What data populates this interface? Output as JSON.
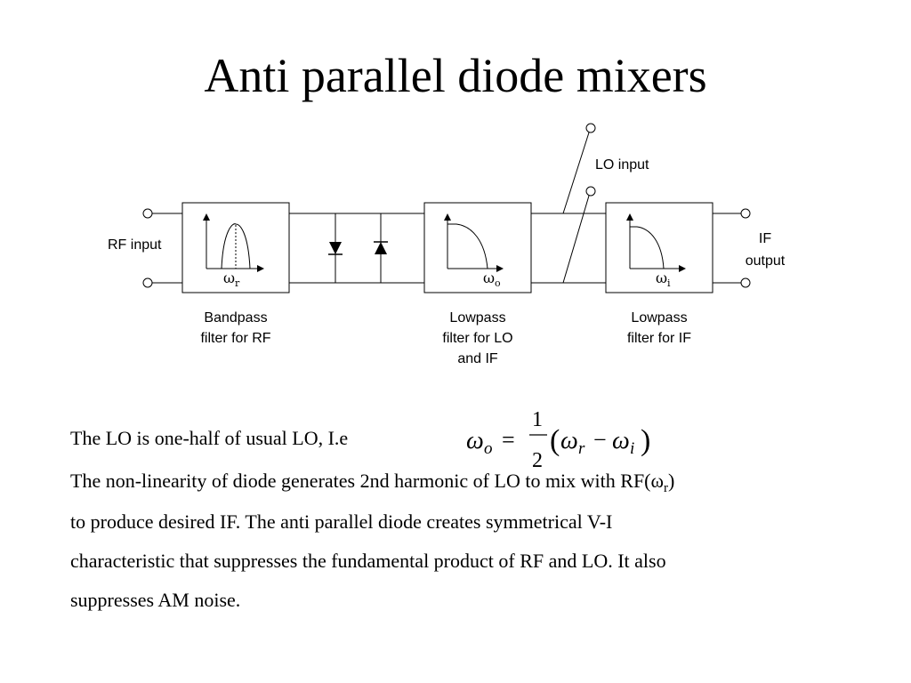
{
  "slide": {
    "title": "Anti parallel diode mixers"
  },
  "diagram": {
    "rf_input_label": "RF input",
    "lo_input_label": "LO input",
    "if_output_label_line1": "IF",
    "if_output_label_line2": "output",
    "bandpass": {
      "symbol": "ω",
      "subscript": "r",
      "caption_line1": "Bandpass",
      "caption_line2": "filter for RF"
    },
    "lowpass_lo": {
      "symbol": "ω",
      "subscript": "o",
      "caption_line1": "Lowpass",
      "caption_line2": "filter for LO",
      "caption_line3": "and IF"
    },
    "lowpass_if": {
      "symbol": "ω",
      "subscript": "i",
      "caption_line1": "Lowpass",
      "caption_line2": "filter for IF"
    }
  },
  "text": {
    "line1": "The LO is one-half of usual LO, I.e",
    "equation": {
      "lhs": "ω",
      "lhs_sub": "o",
      "equals": "=",
      "numerator": "1",
      "denominator": "2",
      "open_paren": "(",
      "term1": "ω",
      "term1_sub": "r",
      "minus": "−",
      "term2": "ω",
      "term2_sub": "i",
      "close_paren": ")"
    },
    "line2_before": "The non-linearity of diode generates 2nd harmonic of LO to mix with RF(",
    "line2_symbol": "ω",
    "line2_sub": "r",
    "line2_after": ")",
    "line3": "to produce desired IF. The anti parallel diode creates symmetrical V-I",
    "line4": "characteristic that suppresses the fundamental product of RF and LO. It also",
    "line5": "suppresses AM noise."
  }
}
